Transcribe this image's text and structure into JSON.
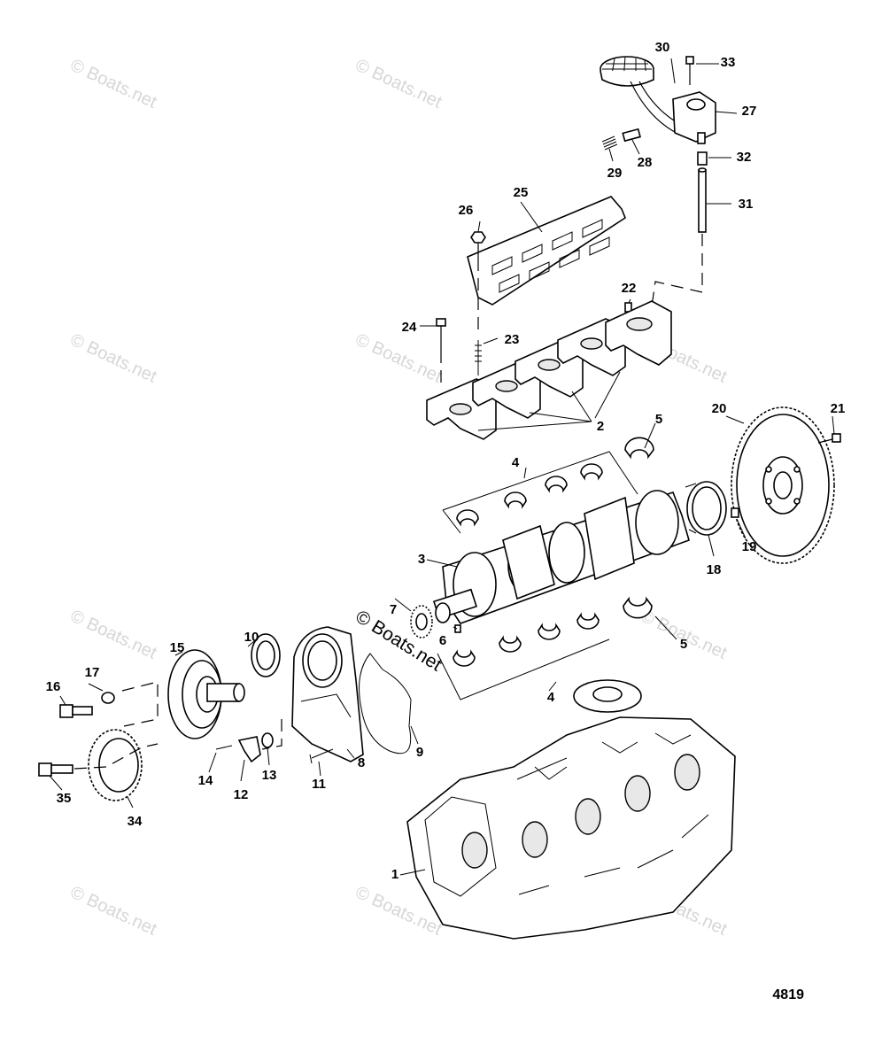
{
  "figure_number": "4819",
  "watermark_text": "© Boats.net",
  "callouts": [
    "1",
    "2",
    "3",
    "4",
    "4",
    "5",
    "5",
    "6",
    "7",
    "8",
    "9",
    "10",
    "11",
    "12",
    "13",
    "14",
    "15",
    "16",
    "17",
    "18",
    "19",
    "20",
    "21",
    "22",
    "23",
    "24",
    "25",
    "26",
    "27",
    "28",
    "29",
    "30",
    "31",
    "32",
    "33",
    "34",
    "35"
  ]
}
